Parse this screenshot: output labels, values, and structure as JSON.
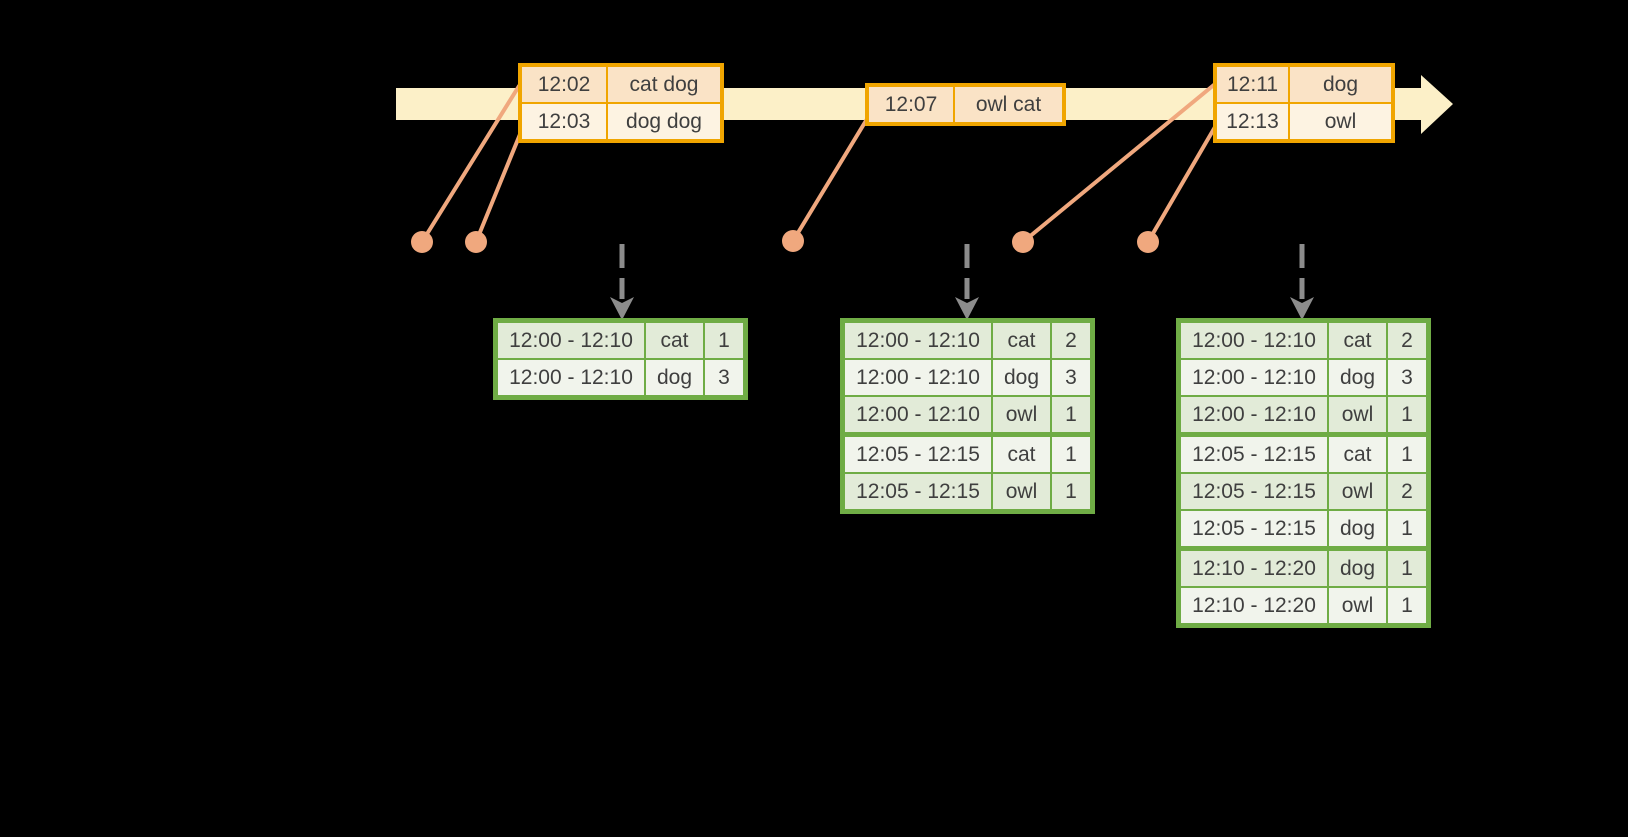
{
  "colors": {
    "bg": "#000000",
    "timeline_fill": "#FCF0C8",
    "orange_border": "#F0A500",
    "peach_dark": "#FAE3C6",
    "peach_light": "#FDF3E2",
    "salmon": "#F0A87E",
    "arrow_gray": "#8C8C8C",
    "green_border": "#6FAC45",
    "green_row_dark": "#E2EBD8",
    "green_row_light": "#F1F4EC",
    "text_color": "#3F3F3F"
  },
  "timeline": {
    "input_tables": [
      {
        "rows": [
          {
            "time": "12:02",
            "words": "cat dog"
          },
          {
            "time": "12:03",
            "words": "dog dog"
          }
        ]
      },
      {
        "rows": [
          {
            "time": "12:07",
            "words": "owl cat"
          }
        ]
      },
      {
        "rows": [
          {
            "time": "12:11",
            "words": "dog"
          },
          {
            "time": "12:13",
            "words": "owl"
          }
        ]
      }
    ]
  },
  "result_tables": [
    {
      "group_starts": [],
      "rows": [
        {
          "window": "12:00 - 12:10",
          "word": "cat",
          "count": "1"
        },
        {
          "window": "12:00 - 12:10",
          "word": "dog",
          "count": "3"
        }
      ]
    },
    {
      "group_starts": [
        3
      ],
      "rows": [
        {
          "window": "12:00 - 12:10",
          "word": "cat",
          "count": "2"
        },
        {
          "window": "12:00 - 12:10",
          "word": "dog",
          "count": "3"
        },
        {
          "window": "12:00 - 12:10",
          "word": "owl",
          "count": "1"
        },
        {
          "window": "12:05 - 12:15",
          "word": "cat",
          "count": "1"
        },
        {
          "window": "12:05 - 12:15",
          "word": "owl",
          "count": "1"
        }
      ]
    },
    {
      "group_starts": [
        3,
        6
      ],
      "rows": [
        {
          "window": "12:00 - 12:10",
          "word": "cat",
          "count": "2"
        },
        {
          "window": "12:00 - 12:10",
          "word": "dog",
          "count": "3"
        },
        {
          "window": "12:00 - 12:10",
          "word": "owl",
          "count": "1"
        },
        {
          "window": "12:05 - 12:15",
          "word": "cat",
          "count": "1"
        },
        {
          "window": "12:05 - 12:15",
          "word": "owl",
          "count": "2"
        },
        {
          "window": "12:05 - 12:15",
          "word": "dog",
          "count": "1"
        },
        {
          "window": "12:10 - 12:20",
          "word": "dog",
          "count": "1"
        },
        {
          "window": "12:10 - 12:20",
          "word": "owl",
          "count": "1"
        }
      ]
    }
  ]
}
